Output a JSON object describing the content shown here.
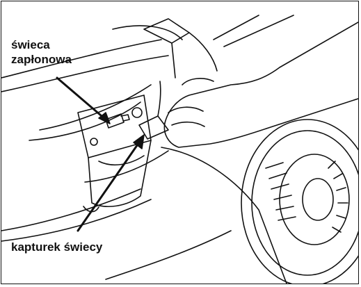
{
  "labels": {
    "spark_plug_line1": "świeca",
    "spark_plug_line2": "zapłonowa",
    "spark_plug_cap": "kapturek świecy"
  },
  "colors": {
    "ink": "#111111",
    "background": "#ffffff"
  },
  "icons": [
    "arrow-icon",
    "arrow-icon"
  ]
}
